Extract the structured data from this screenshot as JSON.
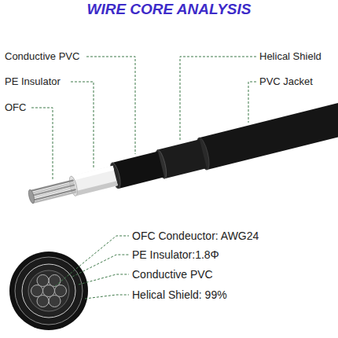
{
  "diagram": {
    "title": "WIRE CORE ANALYSIS",
    "labels": [
      "Conductive PVC",
      "PE Insulator",
      "OFC",
      "Helical Shield",
      "PVC Jacket",
      "OFC Condeuctor: AWG24",
      "PE Insulator:1.8Φ",
      "Conductive PVC",
      "Helical Shield: 99%"
    ]
  }
}
